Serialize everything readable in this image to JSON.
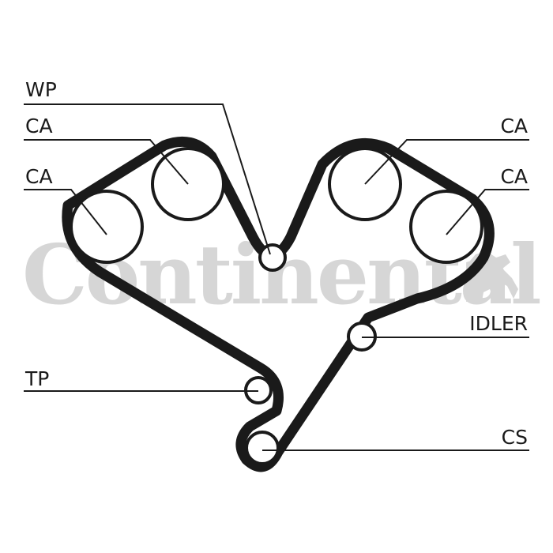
{
  "watermark": {
    "text": "Continental",
    "color": "#d6d6d6"
  },
  "colors": {
    "belt": "#1a1a1a",
    "line": "#1a1a1a",
    "background": "#ffffff"
  },
  "labels": {
    "wp": "WP",
    "ca_left_upper": "CA",
    "ca_left_lower": "CA",
    "ca_right_upper": "CA",
    "ca_right_lower": "CA",
    "idler": "IDLER",
    "tp": "TP",
    "cs": "CS"
  }
}
